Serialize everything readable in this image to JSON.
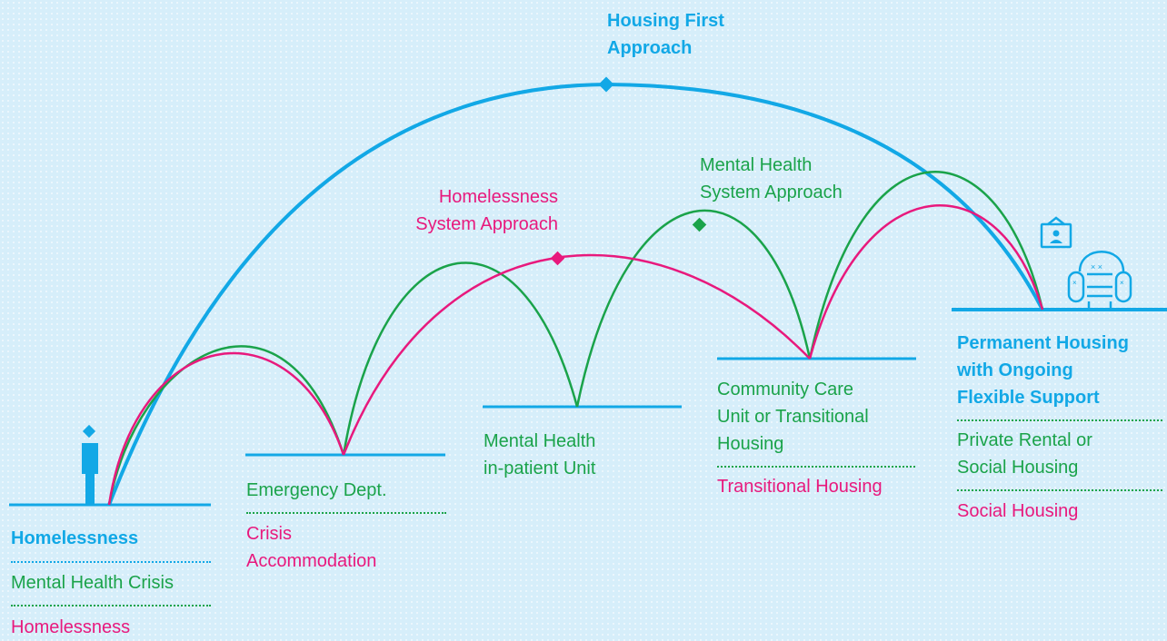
{
  "colors": {
    "blue": "#12a8e6",
    "green": "#1aa34a",
    "pink": "#e8197d",
    "background": "#d6eefa"
  },
  "titles": {
    "housing_first": "Housing First\nApproach",
    "mental_health_system": "Mental Health\nSystem Approach",
    "homelessness_system": "Homelessness\nSystem Approach"
  },
  "stages": [
    {
      "id": "start",
      "primary": "Homelessness",
      "green": "Mental Health Crisis",
      "pink": "Homelessness",
      "icon": "person-icon"
    },
    {
      "id": "emergency",
      "green": "Emergency Dept.",
      "pink": "Crisis\nAccommodation"
    },
    {
      "id": "inpatient",
      "green": "Mental Health\nin-patient Unit"
    },
    {
      "id": "community",
      "green": "Community Care\nUnit or Transitional\nHousing",
      "pink": "Transitional Housing"
    },
    {
      "id": "permanent",
      "primary": "Permanent Housing\nwith Ongoing\nFlexible Support",
      "green": "Private Rental or\nSocial Housing",
      "pink": "Social Housing",
      "icons": [
        "armchair-icon",
        "picture-frame-icon"
      ]
    }
  ]
}
